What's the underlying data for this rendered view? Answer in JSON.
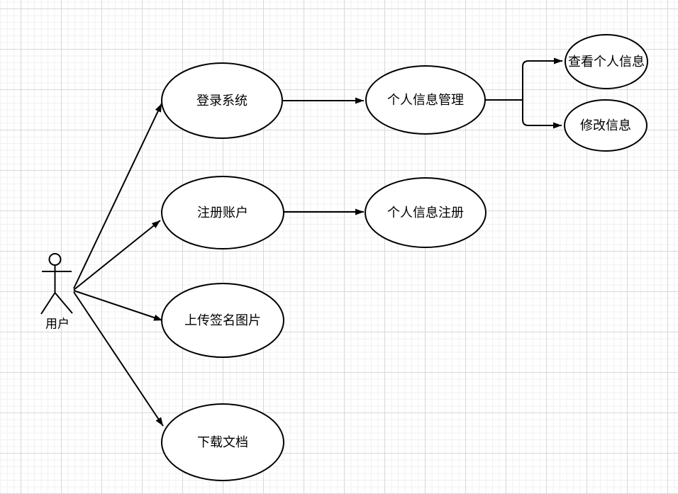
{
  "diagram": {
    "type": "use-case-diagram",
    "actor": {
      "label": "用户"
    },
    "nodes": [
      {
        "id": "login-system",
        "label": "登录系统"
      },
      {
        "id": "personal-info-management",
        "label": "个人信息管理"
      },
      {
        "id": "view-personal-info",
        "label": "查看个人信息"
      },
      {
        "id": "modify-info",
        "label": "修改信息"
      },
      {
        "id": "register-account",
        "label": "注册账户"
      },
      {
        "id": "personal-info-register",
        "label": "个人信息注册"
      },
      {
        "id": "upload-signature-image",
        "label": "上传签名图片"
      },
      {
        "id": "download-document",
        "label": "下载文档"
      }
    ],
    "edges": [
      {
        "from": "用户",
        "to": "登录系统"
      },
      {
        "from": "用户",
        "to": "注册账户"
      },
      {
        "from": "用户",
        "to": "上传签名图片"
      },
      {
        "from": "用户",
        "to": "下载文档"
      },
      {
        "from": "登录系统",
        "to": "个人信息管理"
      },
      {
        "from": "注册账户",
        "to": "个人信息注册"
      },
      {
        "from": "个人信息管理",
        "to": "查看个人信息"
      },
      {
        "from": "个人信息管理",
        "to": "修改信息"
      }
    ],
    "colors": {
      "stroke": "#000000",
      "shape_fill": "#ffffff",
      "text": "#000000",
      "background": "#ffffff",
      "grid_minor": "#f1f1f1",
      "grid_major": "#d8d8d8"
    }
  }
}
